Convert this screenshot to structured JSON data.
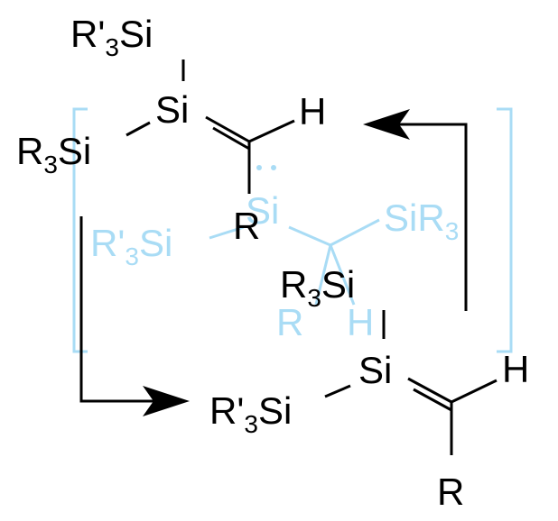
{
  "colors": {
    "ink": "#000000",
    "intermediate": "#a9dcf5"
  },
  "top_molecule": {
    "silyl_top": {
      "main": "R'",
      "sub": "3",
      "tail": "Si"
    },
    "silyl_left": {
      "main": "R",
      "sub": "3",
      "tail": "Si"
    },
    "center_si": "Si",
    "h": "H",
    "r": "R"
  },
  "intermediate": {
    "si": "Si",
    "silyl_right": {
      "main": "SiR",
      "sub": "3"
    },
    "silyl_left": {
      "main": "R'",
      "sub": "3",
      "tail": "Si"
    },
    "r": "R",
    "h": "H"
  },
  "bottom_molecule": {
    "silyl_top": {
      "main": "R",
      "sub": "3",
      "tail": "Si"
    },
    "silyl_left": {
      "main": "R'",
      "sub": "3",
      "tail": "Si"
    },
    "center_si": "Si",
    "h": "H",
    "r": "R"
  }
}
